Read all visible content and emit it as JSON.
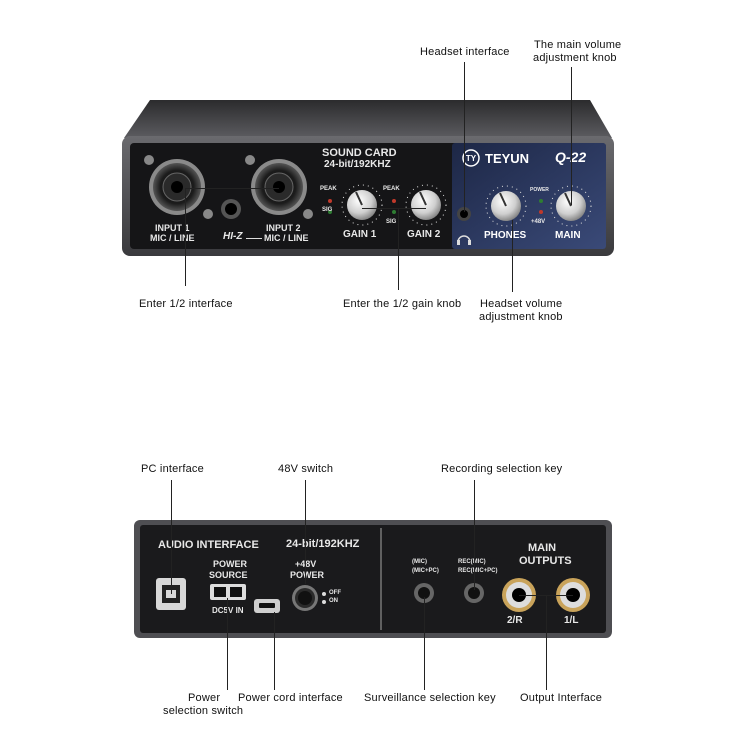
{
  "front": {
    "callouts": {
      "headset": "Headset interface",
      "main_volume_1": "The main volume",
      "main_volume_2": "adjustment knob",
      "enter_12": "Enter 1/2 interface",
      "gain_knob": "Enter the 1/2 gain knob",
      "headset_volume_1": "Headset volume",
      "headset_volume_2": "adjustment knob"
    },
    "panel": {
      "sound_card": "SOUND CARD",
      "spec": "24-bit/192KHZ",
      "brand": "TEYUN",
      "model": "Q-22",
      "input1_a": "INPUT 1",
      "input1_b": "MIC / LINE",
      "hiz": "HI-Z",
      "input2_a": "INPUT 2",
      "input2_b": "MIC / LINE",
      "peak": "PEAK",
      "sig": "SIG",
      "gain1": "GAIN 1",
      "gain2": "GAIN 2",
      "phones": "PHONES",
      "main": "MAIN",
      "power": "POWER",
      "v48": "+48V"
    }
  },
  "rear": {
    "callouts": {
      "pc": "PC interface",
      "v48_switch": "48V switch",
      "rec_key": "Recording selection key",
      "power_sel_1": "Power",
      "power_sel_2": "selection switch",
      "power_cord": "Power cord interface",
      "surveillance": "Surveillance selection key",
      "output": "Output Interface"
    },
    "panel": {
      "audio_interface": "AUDIO INTERFACE",
      "spec": "24-bit/192KHZ",
      "power_source_1": "POWER",
      "power_source_2": "SOURCE",
      "dc5v": "DC5V IN",
      "v48": "+48V",
      "power": "POWER",
      "off": "OFF",
      "on": "ON",
      "mic": "(MIC)",
      "micpc": "(MIC+PC)",
      "rec_mic": "REC(MIC)",
      "rec_micpc": "REC(MIC+PC)",
      "main": "MAIN",
      "outputs": "OUTPUTS",
      "out_2r": "2/R",
      "out_1l": "1/L"
    }
  },
  "colors": {
    "panel": "#1a1a1c",
    "frame": "#4a4a4e",
    "blue_panel": "#2a3558",
    "accent_red": "#c0392b"
  }
}
